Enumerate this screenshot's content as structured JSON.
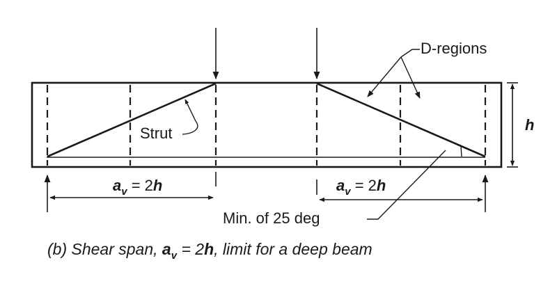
{
  "labels": {
    "d_regions": "D-regions",
    "strut": "Strut",
    "h": "h",
    "av_left": {
      "a": "a",
      "v": "v",
      "eq": " = 2",
      "h": "h"
    },
    "av_right": {
      "a": "a",
      "v": "v",
      "eq": " = 2",
      "h": "h"
    },
    "min_angle": "Min. of 25 deg"
  },
  "caption": {
    "pre": "(b) Shear span, ",
    "a": "a",
    "v": "v",
    "eq": " = 2",
    "h": "h",
    "post": ", limit for a deep beam"
  }
}
